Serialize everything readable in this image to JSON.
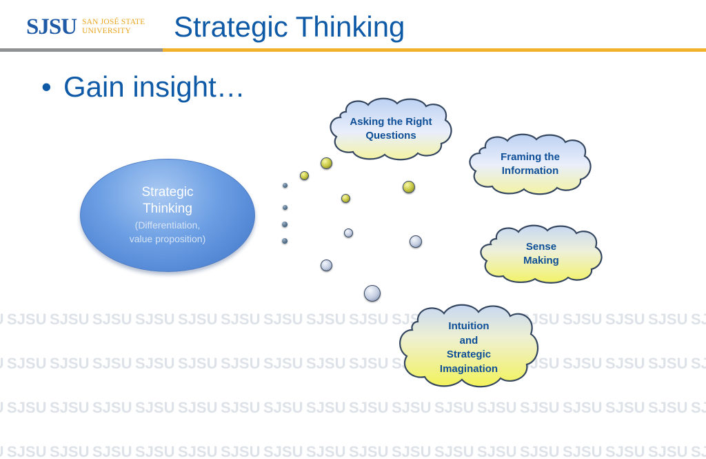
{
  "logo": {
    "main": "SJSU",
    "line1": "SAN JOSÉ STATE",
    "line2": "UNIVERSITY"
  },
  "slide": {
    "title": "Strategic Thinking",
    "bullet_symbol": "•",
    "bullet": "Gain insight…"
  },
  "center": {
    "line1": "Strategic",
    "line2": "Thinking",
    "sub1": "(Differentiation,",
    "sub2": "value proposition)"
  },
  "bubbles": [
    {
      "line1": "Asking the Right",
      "line2": "Questions"
    },
    {
      "line1": "Framing the",
      "line2": "Information"
    },
    {
      "line1": "Sense",
      "line2": "Making"
    },
    {
      "line1": "Intuition",
      "line2": "and",
      "line3": "Strategic",
      "line4": "Imagination"
    }
  ],
  "watermark_text": "SJSU",
  "colors": {
    "title_blue": "#0e5aa7",
    "gold": "#f2b12a",
    "grey": "#8f9193",
    "bubble_text": "#0d4e97"
  }
}
